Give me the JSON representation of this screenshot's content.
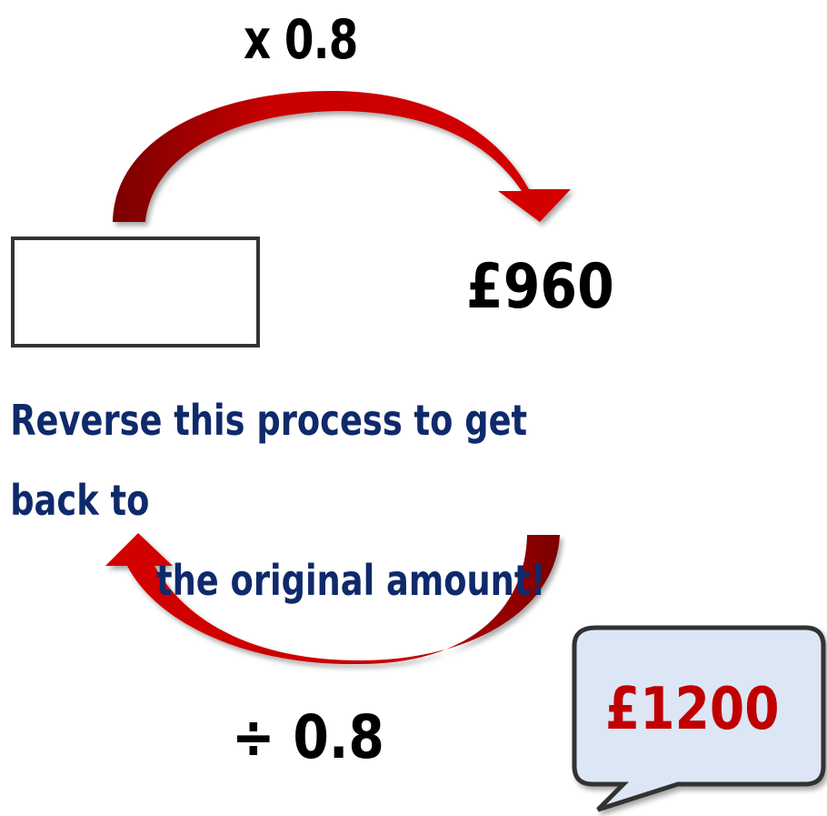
{
  "diagram": {
    "forward_operation": "x 0.8",
    "result_value": "£960",
    "original_box_value": "",
    "reverse_operation": "÷ 0.8",
    "instruction_line1": "Reverse this process to get back to",
    "instruction_line2": "the original amount!",
    "answer_value": "£1200"
  },
  "colors": {
    "arrow": "#c00000",
    "instruction_text": "#0f2a6b",
    "answer_text": "#c00000",
    "bubble_fill": "#dce6f4",
    "bubble_border": "#333333"
  }
}
